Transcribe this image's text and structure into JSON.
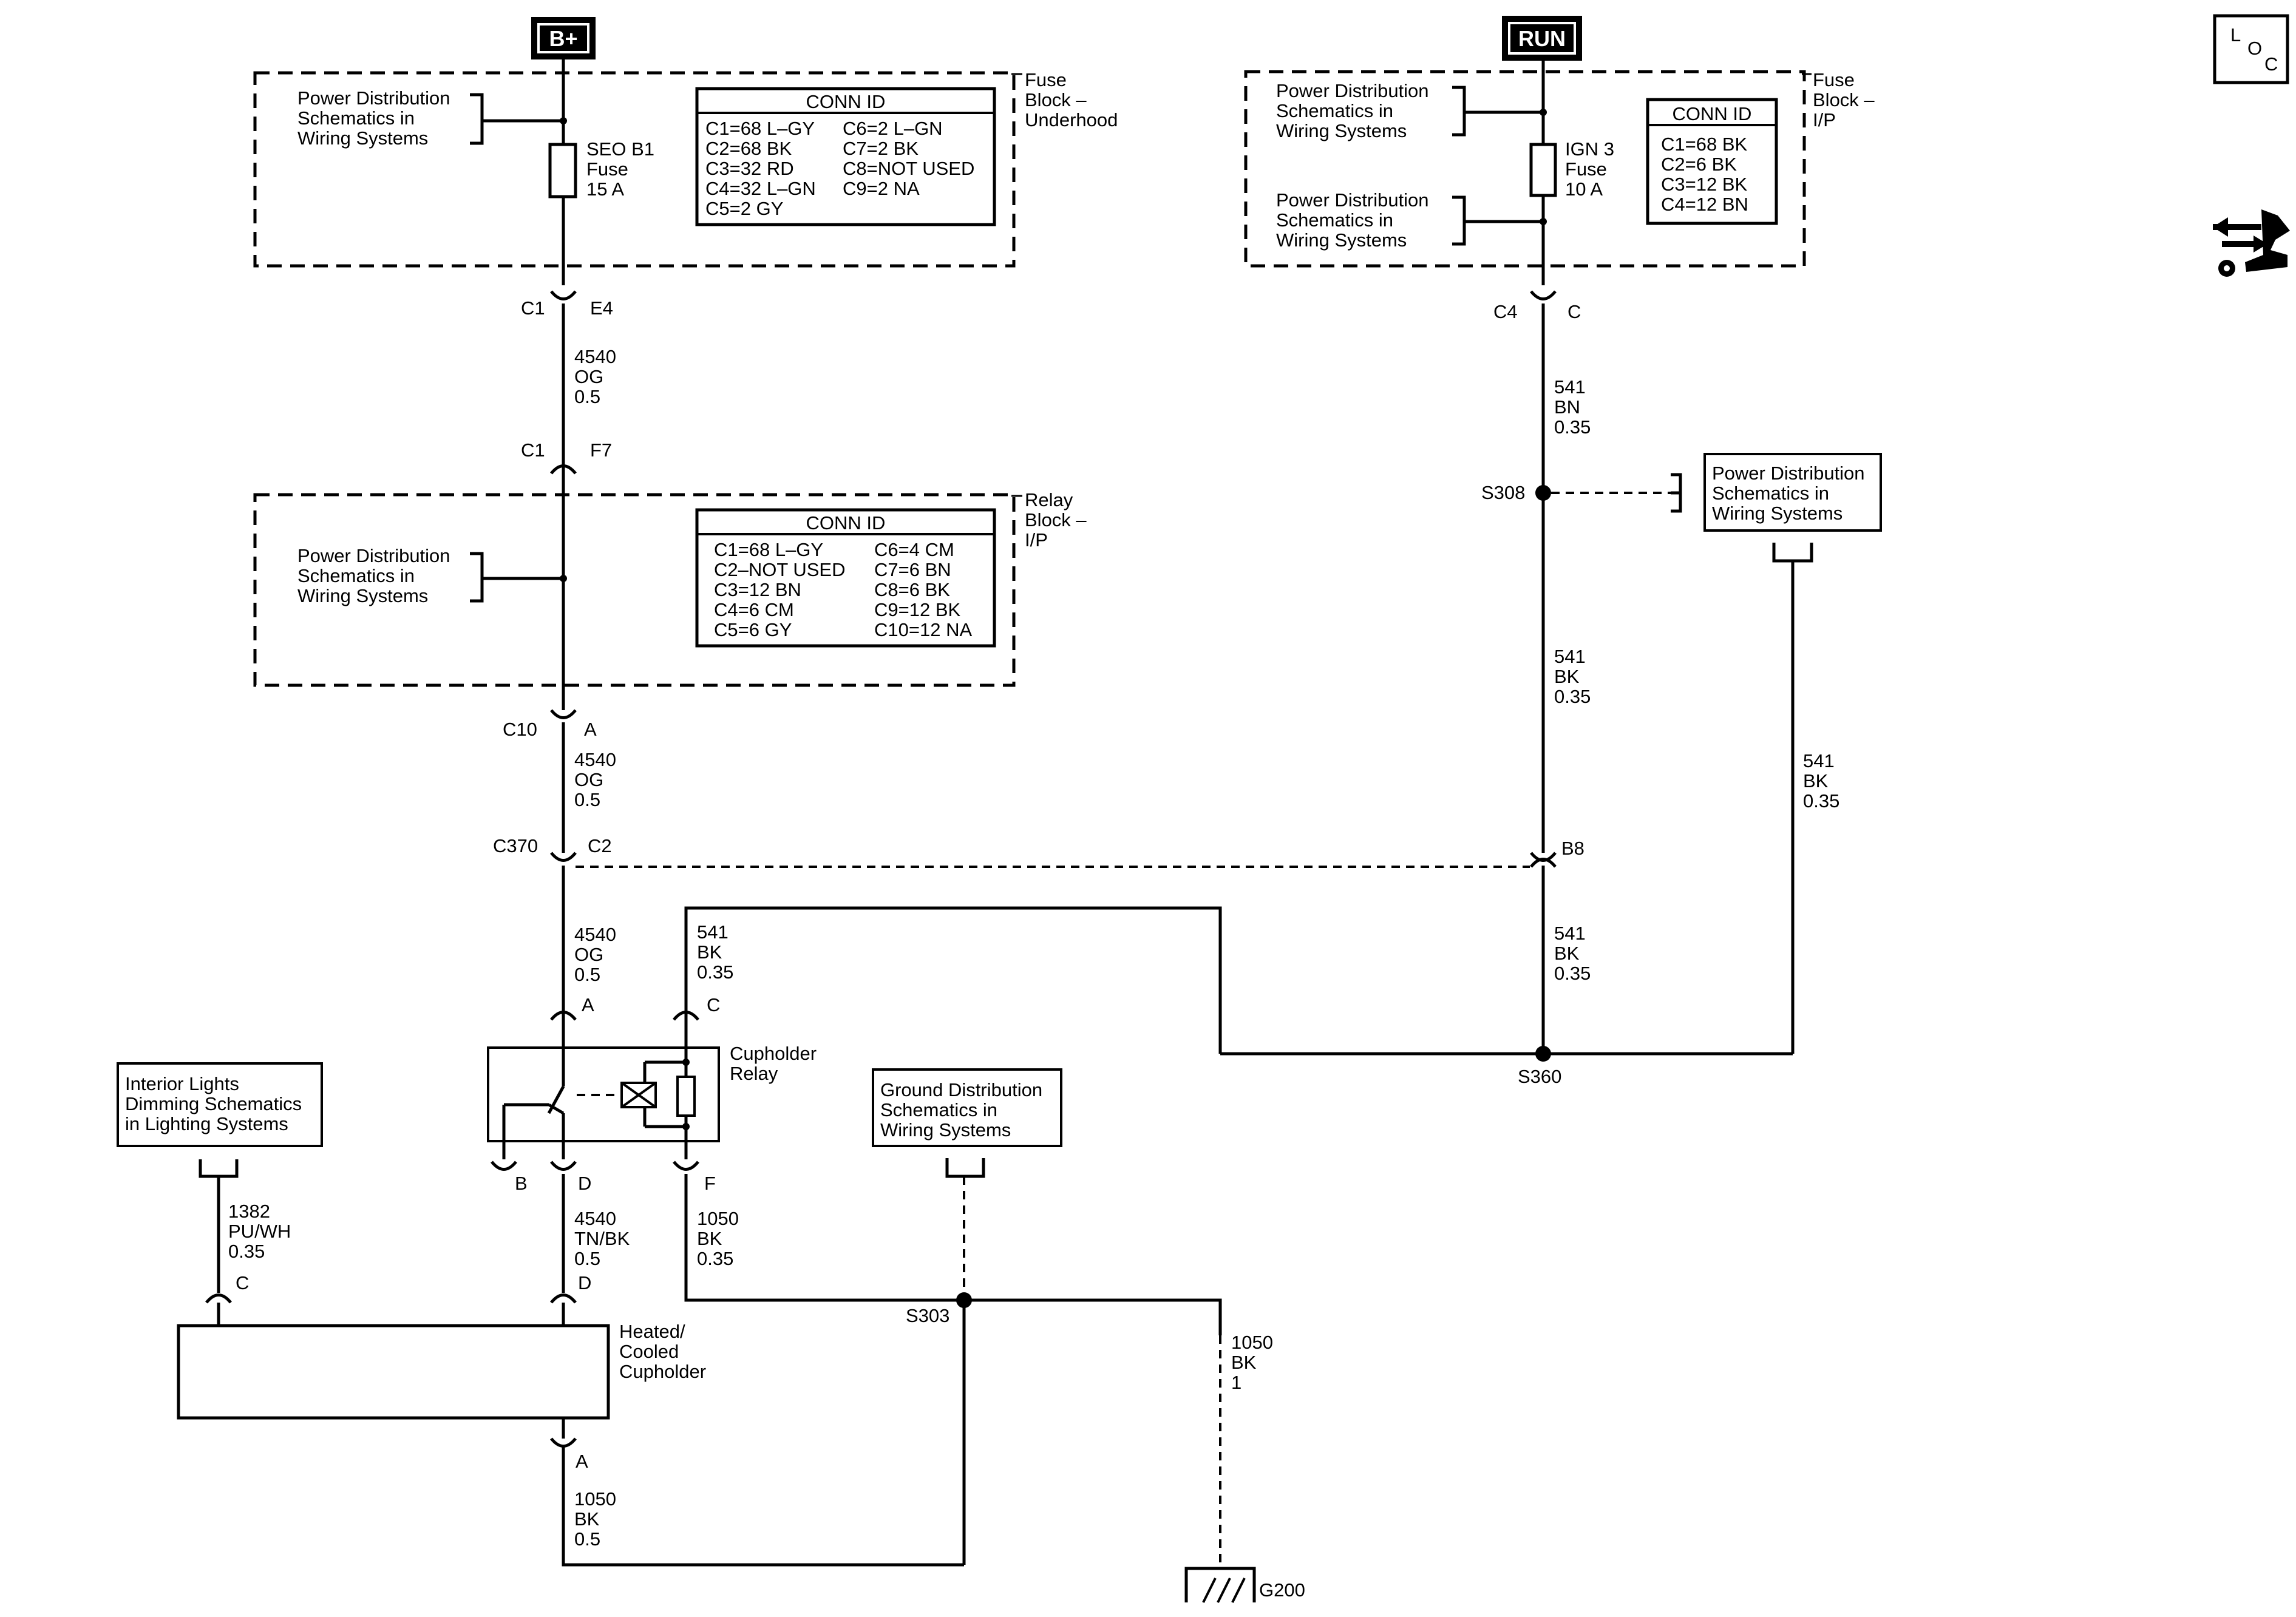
{
  "power": {
    "b_plus": "B+",
    "run": "RUN"
  },
  "loc_icon": {
    "l": "L",
    "o": "O",
    "c": "C"
  },
  "icons": [
    "loc-icon",
    "wrench-arrows-icon",
    "ground-icon"
  ],
  "fuse_block_underhood": {
    "title_lines": [
      "Fuse",
      "Block –",
      "Underhood"
    ],
    "ref_lines": [
      "Power Distribution",
      "Schematics in",
      "Wiring Systems"
    ],
    "fuse_lines": [
      "SEO B1",
      "Fuse",
      "15 A"
    ],
    "conn_title": "CONN ID",
    "conn_left": [
      "C1=68 L–GY",
      "C2=68 BK",
      "C3=32 RD",
      "C4=32 L–GN",
      "C5=2 GY"
    ],
    "conn_right": [
      "C6=2 L–GN",
      "C7=2 BK",
      "C8=NOT USED",
      "C9=2 NA"
    ]
  },
  "fuse_block_ip": {
    "title_lines": [
      "Fuse",
      "Block –",
      "I/P"
    ],
    "ref1_lines": [
      "Power Distribution",
      "Schematics in",
      "Wiring Systems"
    ],
    "ref2_lines": [
      "Power Distribution",
      "Schematics in",
      "Wiring Systems"
    ],
    "fuse_lines": [
      "IGN 3",
      "Fuse",
      "10 A"
    ],
    "conn_title": "CONN ID",
    "conn_list": [
      "C1=68 BK",
      "C2=6 BK",
      "C3=12 BK",
      "C4=12 BN"
    ]
  },
  "relay_block_ip": {
    "title_lines": [
      "Relay",
      "Block –",
      "I/P"
    ],
    "ref_lines": [
      "Power Distribution",
      "Schematics in",
      "Wiring Systems"
    ],
    "conn_title": "CONN ID",
    "conn_left": [
      "C1=68 L–GY",
      "C2–NOT USED",
      "C3=12 BN",
      "C4=6 CM",
      "C5=6 GY"
    ],
    "conn_right": [
      "C6=4 CM",
      "C7=6 BN",
      "C8=6 BK",
      "C9=12 BK",
      "C10=12 NA"
    ]
  },
  "connectors": {
    "c1_e4": {
      "conn": "C1",
      "pin": "E4"
    },
    "c1_f7": {
      "conn": "C1",
      "pin": "F7"
    },
    "c10_a": {
      "conn": "C10",
      "pin": "A"
    },
    "c370": {
      "conn": "C370",
      "pin_left": "C2",
      "pin_right": "B8"
    },
    "c4_c": {
      "conn": "C4",
      "pin": "C"
    },
    "relay_pins": {
      "a": "A",
      "c": "C",
      "b": "B",
      "d": "D",
      "f": "F"
    },
    "cupholder_pins": {
      "c": "C",
      "d": "D",
      "a": "A"
    }
  },
  "wires": {
    "w4540_1": [
      "4540",
      "OG",
      "0.5"
    ],
    "w4540_2": [
      "4540",
      "OG",
      "0.5"
    ],
    "w4540_3": [
      "4540",
      "OG",
      "0.5"
    ],
    "w541_bn": [
      "541",
      "BN",
      "0.35"
    ],
    "w541_bk_1": [
      "541",
      "BK",
      "0.35"
    ],
    "w541_bk_2": [
      "541",
      "BK",
      "0.35"
    ],
    "w541_bk_3": [
      "541",
      "BK",
      "0.35"
    ],
    "w541_bk_4": [
      "541",
      "BK",
      "0.35"
    ],
    "w1382": [
      "1382",
      "PU/WH",
      "0.35"
    ],
    "w4540_tn": [
      "4540",
      "TN/BK",
      "0.5"
    ],
    "w1050_relay": [
      "1050",
      "BK",
      "0.35"
    ],
    "w1050_ground": [
      "1050",
      "BK",
      "1"
    ],
    "w1050_cup": [
      "1050",
      "BK",
      "0.5"
    ]
  },
  "splices": {
    "s308": "S308",
    "s360": "S360",
    "s303": "S303"
  },
  "components": {
    "relay_lines": [
      "Cupholder",
      "Relay"
    ],
    "cupholder_lines": [
      "Heated/",
      "Cooled",
      "Cupholder"
    ]
  },
  "reference_boxes": {
    "interior_lights": [
      "Interior Lights",
      "Dimming Schematics",
      "in Lighting Systems"
    ],
    "ground_dist": [
      "Ground Distribution",
      "Schematics in",
      "Wiring Systems"
    ],
    "power_dist_s308": [
      "Power Distribution",
      "Schematics in",
      "Wiring Systems"
    ]
  },
  "ground": {
    "label": "G200"
  }
}
